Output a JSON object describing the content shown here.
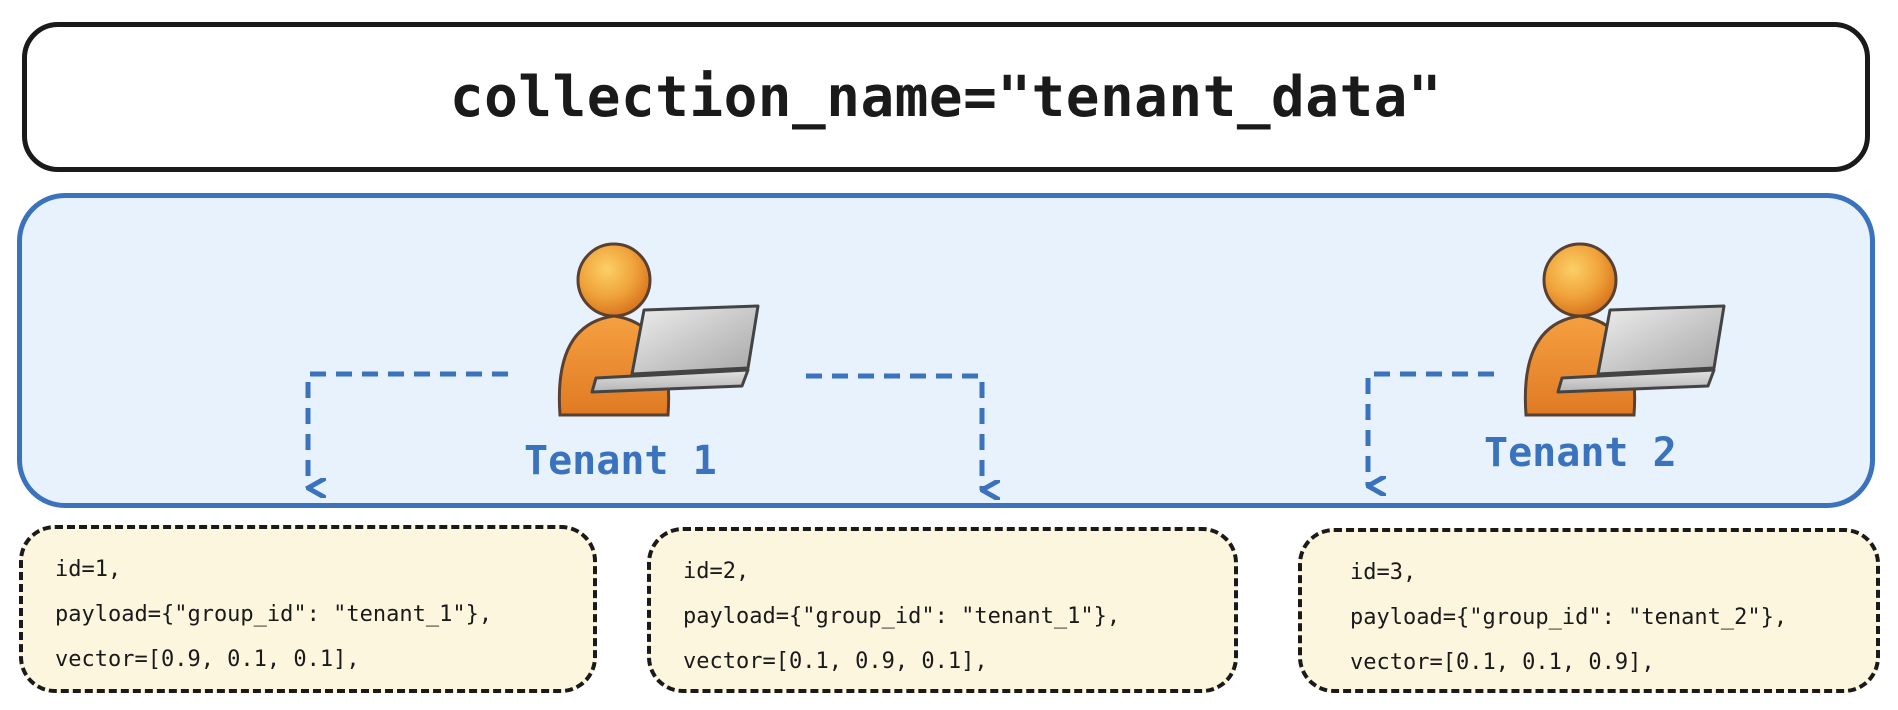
{
  "collection": {
    "title": "collection_name=\"tenant_data\""
  },
  "tenants": [
    {
      "label": "Tenant 1",
      "icon": "user-laptop-icon"
    },
    {
      "label": "Tenant 2",
      "icon": "user-laptop-icon"
    }
  ],
  "records": [
    {
      "id_line": "id=1,",
      "payload_line": "payload={\"group_id\": \"tenant_1\"},",
      "vector_line": "vector=[0.9, 0.1, 0.1],"
    },
    {
      "id_line": "id=2,",
      "payload_line": "payload={\"group_id\": \"tenant_1\"},",
      "vector_line": "vector=[0.1, 0.9, 0.1],"
    },
    {
      "id_line": "id=3,",
      "payload_line": "payload={\"group_id\": \"tenant_2\"},",
      "vector_line": "vector=[0.1, 0.1, 0.9],"
    }
  ],
  "colors": {
    "accent_blue": "#3a72bd",
    "region_fill": "#e8f2fc",
    "record_fill": "#fdf6df",
    "person_orange": "#ec8a2c",
    "outline_dark": "#1a1a1a"
  }
}
